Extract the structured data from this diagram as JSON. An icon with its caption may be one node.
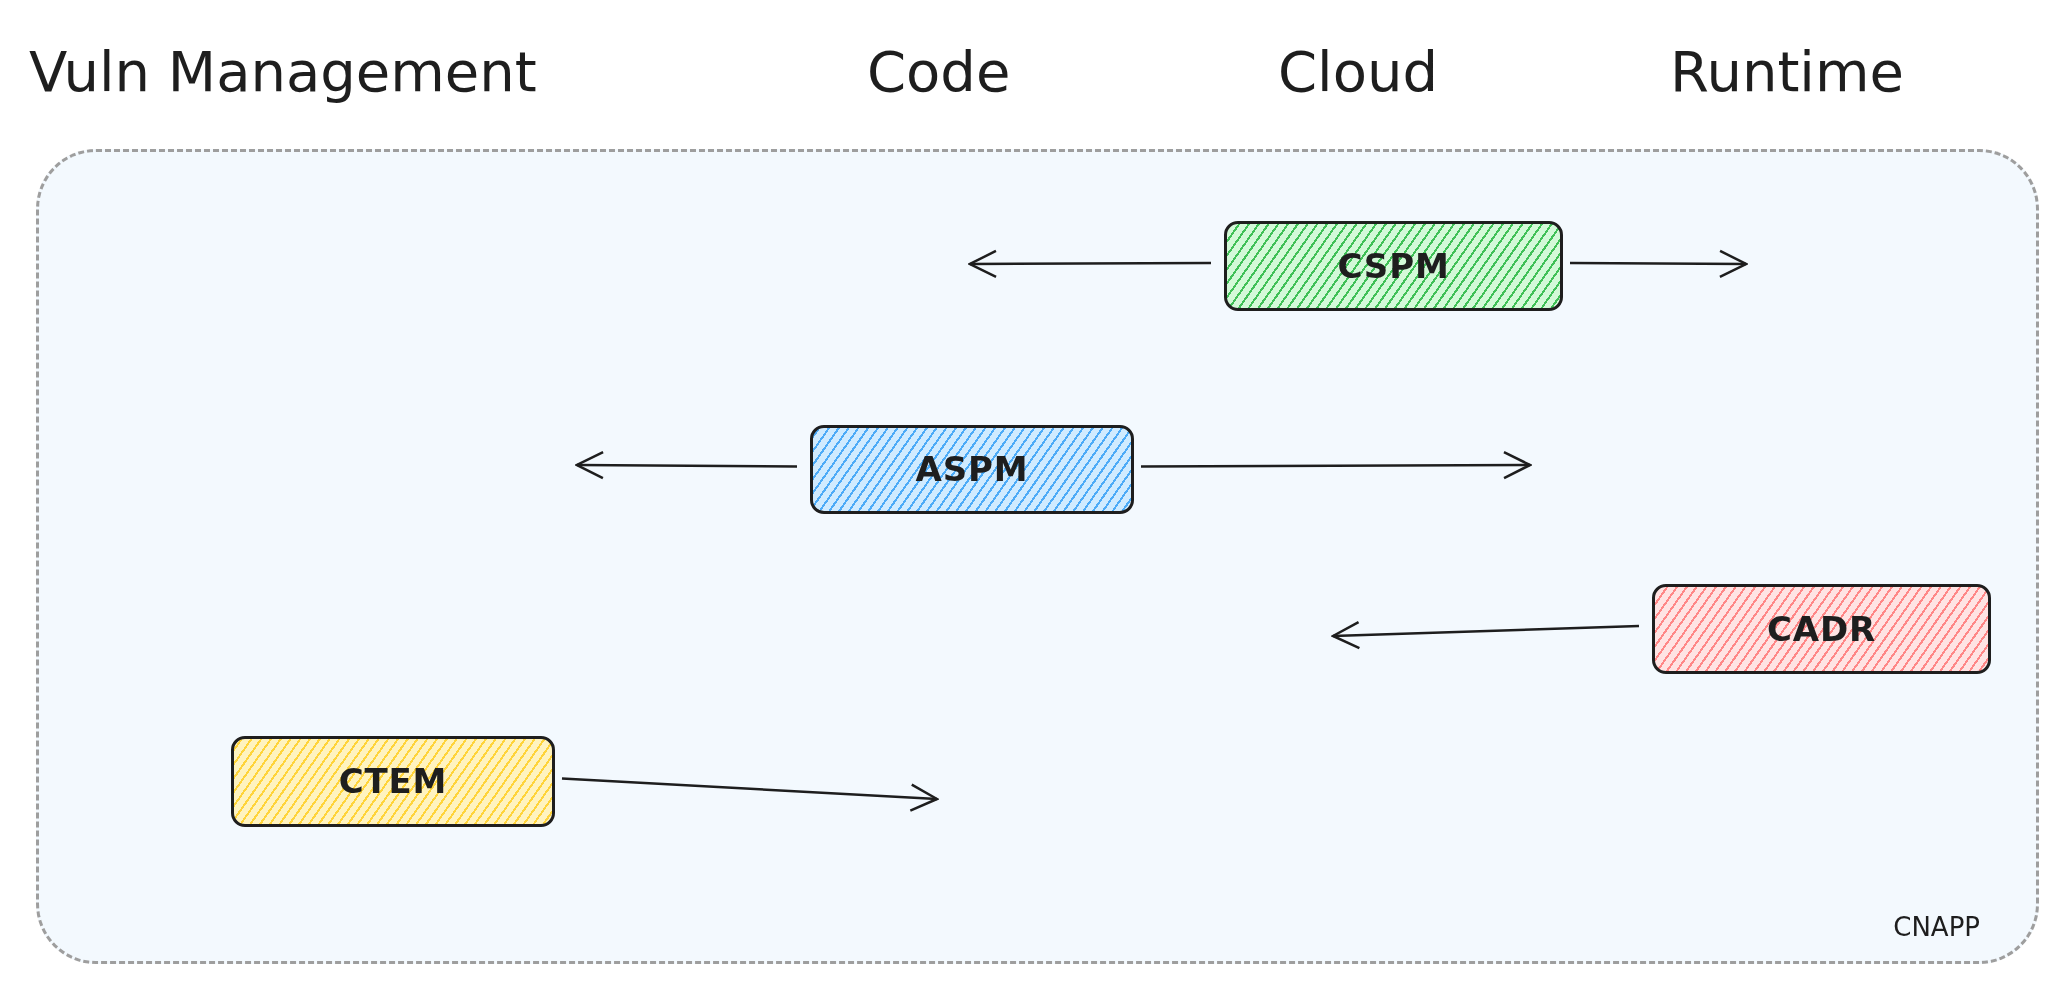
{
  "diagram": {
    "nodes": [
      {
        "text": [
          "CNAPP"
        ]
      },
      {
        "text": [
          "CSPM"
        ],
        "in": 0
      },
      {
        "text": [
          "ASPM"
        ],
        "in": 0
      },
      {
        "text": [
          "CADR"
        ],
        "in": 0
      },
      {
        "text": [
          "CTEM"
        ],
        "in": 0
      }
    ],
    "edges": [
      {
        "from": 1,
        "to": null,
        "arrow": "to"
      },
      {
        "from": 1,
        "to": null,
        "arrow": "to"
      },
      {
        "from": 2,
        "to": null,
        "arrow": "to"
      },
      {
        "from": 2,
        "to": null,
        "arrow": "to"
      },
      {
        "from": 3,
        "to": null,
        "arrow": "to"
      },
      {
        "from": 4,
        "to": null,
        "arrow": "to"
      }
    ],
    "labels": [
      "Vuln Management",
      "Code",
      "Cloud",
      "Runtime"
    ]
  }
}
